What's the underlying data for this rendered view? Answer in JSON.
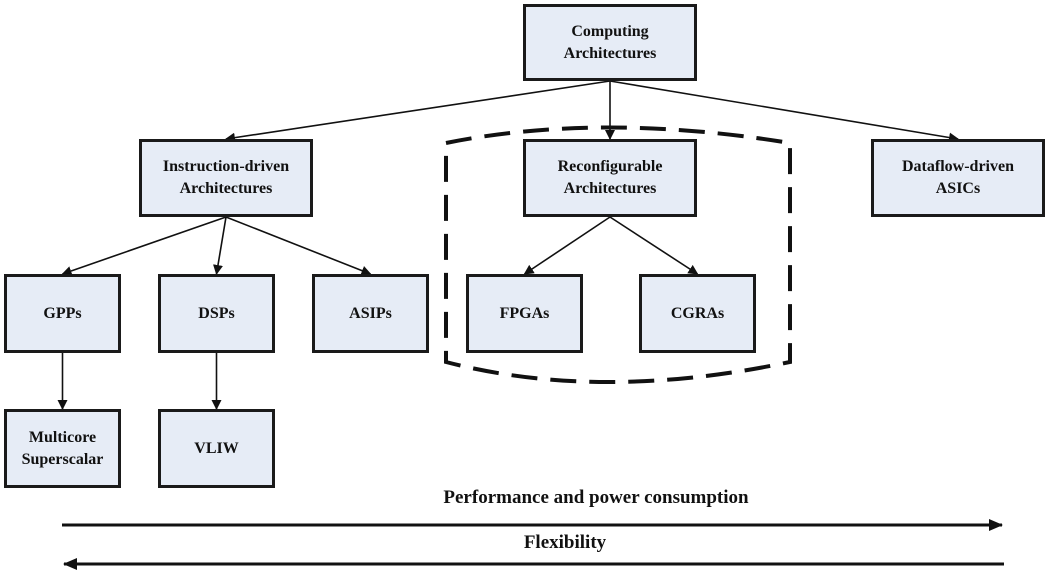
{
  "diagram": {
    "nodes": {
      "root": "Computing\nArchitectures",
      "instruction": "Instruction-driven\nArchitectures",
      "reconfigurable": "Reconfigurable\nArchitectures",
      "dataflow": "Dataflow-driven\nASICs",
      "gpps": "GPPs",
      "dsps": "DSPs",
      "asips": "ASIPs",
      "fpgas": "FPGAs",
      "cgras": "CGRAs",
      "multicore": "Multicore\nSuperscalar",
      "vliw": "VLIW"
    },
    "edges": [
      [
        "root",
        "instruction"
      ],
      [
        "root",
        "reconfigurable"
      ],
      [
        "root",
        "dataflow"
      ],
      [
        "instruction",
        "gpps"
      ],
      [
        "instruction",
        "dsps"
      ],
      [
        "instruction",
        "asips"
      ],
      [
        "reconfigurable",
        "fpgas"
      ],
      [
        "reconfigurable",
        "cgras"
      ],
      [
        "gpps",
        "multicore"
      ],
      [
        "dsps",
        "vliw"
      ]
    ],
    "highlight_group": [
      "reconfigurable",
      "fpgas",
      "cgras"
    ],
    "axes": {
      "performance_label": "Performance and power consumption",
      "performance_direction": "right",
      "flexibility_label": "Flexibility",
      "flexibility_direction": "left"
    },
    "colors": {
      "node_fill": "#e6ecf6",
      "stroke": "#1a1a1a"
    }
  }
}
